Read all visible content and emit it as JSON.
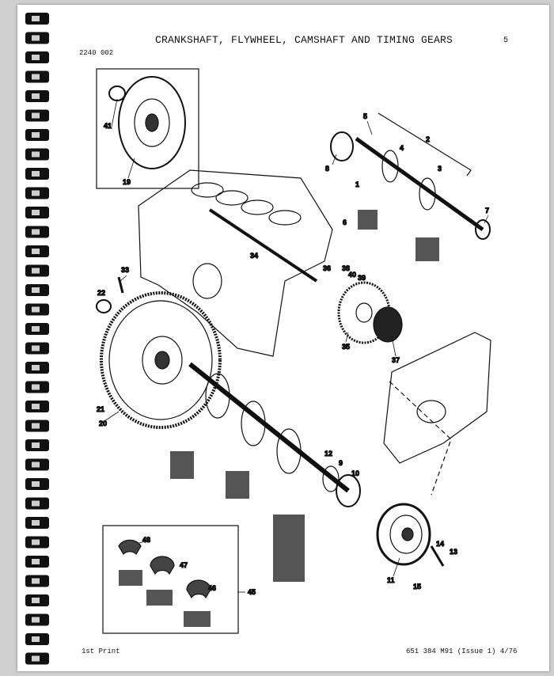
{
  "header": {
    "title": "CRANKSHAFT, FLYWHEEL, CAMSHAFT AND TIMING GEARS",
    "page_number": "5",
    "illustration_ref": "2240 002"
  },
  "footer": {
    "left": "1st Print",
    "right": "651 384 M91 (Issue 1) 4/76"
  },
  "callouts": [
    "41",
    "19",
    "5",
    "2",
    "4",
    "3",
    "8",
    "1",
    "6",
    "7",
    "33",
    "22",
    "34",
    "36",
    "38",
    "40",
    "39",
    "35",
    "37",
    "21",
    "20",
    "12",
    "9",
    "10",
    "11",
    "14",
    "13",
    "15",
    "48",
    "47",
    "46",
    "45"
  ]
}
